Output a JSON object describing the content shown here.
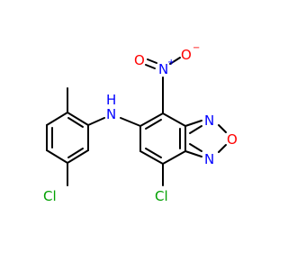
{
  "molecule": {
    "atoms": {
      "cl_left": "Cl",
      "n_amine": "N",
      "h_amine": "H",
      "n_nitro": "N",
      "nitro_plus": "+",
      "o_nitro_top": "O",
      "o_nitro_minus": "−",
      "o_nitro_left": "O",
      "n_ring_top": "N",
      "o_ring": "O",
      "n_ring_bottom": "N",
      "cl_right": "Cl"
    },
    "colors": {
      "bond": "#000000",
      "nitrogen": "#0000ff",
      "oxygen": "#ff0000",
      "chlorine": "#00a000"
    }
  }
}
